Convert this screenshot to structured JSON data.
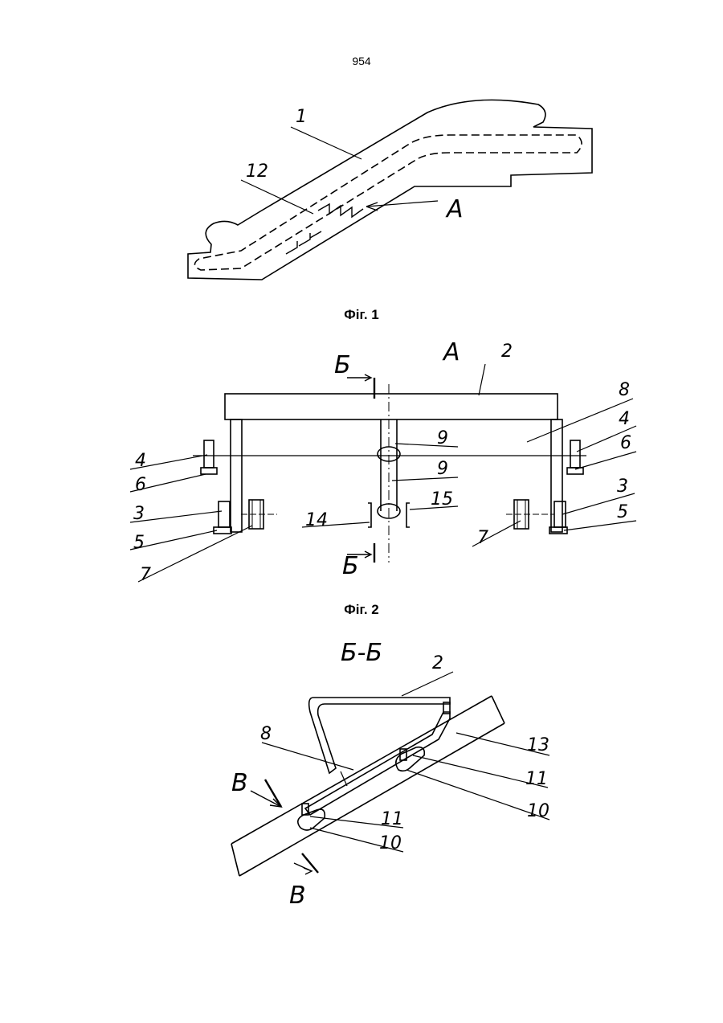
{
  "page": {
    "number": "954"
  },
  "figures": [
    {
      "caption": "Фіг. 1",
      "labels": {
        "escalator": "1",
        "handrail_drive": "12",
        "view": "A"
      }
    },
    {
      "caption": "Фіг. 2",
      "view_title": "A",
      "labels": {
        "handrail": "2",
        "bracket": "8",
        "section_mark": "Б",
        "upper_roller": "9",
        "lower_roller": "9",
        "upper_left": "4",
        "upper_right": "4",
        "upper_base_left": "6",
        "upper_base_right": "6",
        "lower_left": "3",
        "lower_right": "3",
        "lower_base_left": "5",
        "lower_base_right": "5",
        "sprocket_left": "7",
        "sprocket_right": "7",
        "guide_left": "14",
        "guide_right": "15"
      }
    },
    {
      "section_title": "Б-Б",
      "labels": {
        "handrail": "2",
        "bracket": "8",
        "beam": "13",
        "pin_upper": "11",
        "roller_upper": "10",
        "pin_lower": "11",
        "roller_lower": "10",
        "view_mark": "В"
      }
    }
  ]
}
